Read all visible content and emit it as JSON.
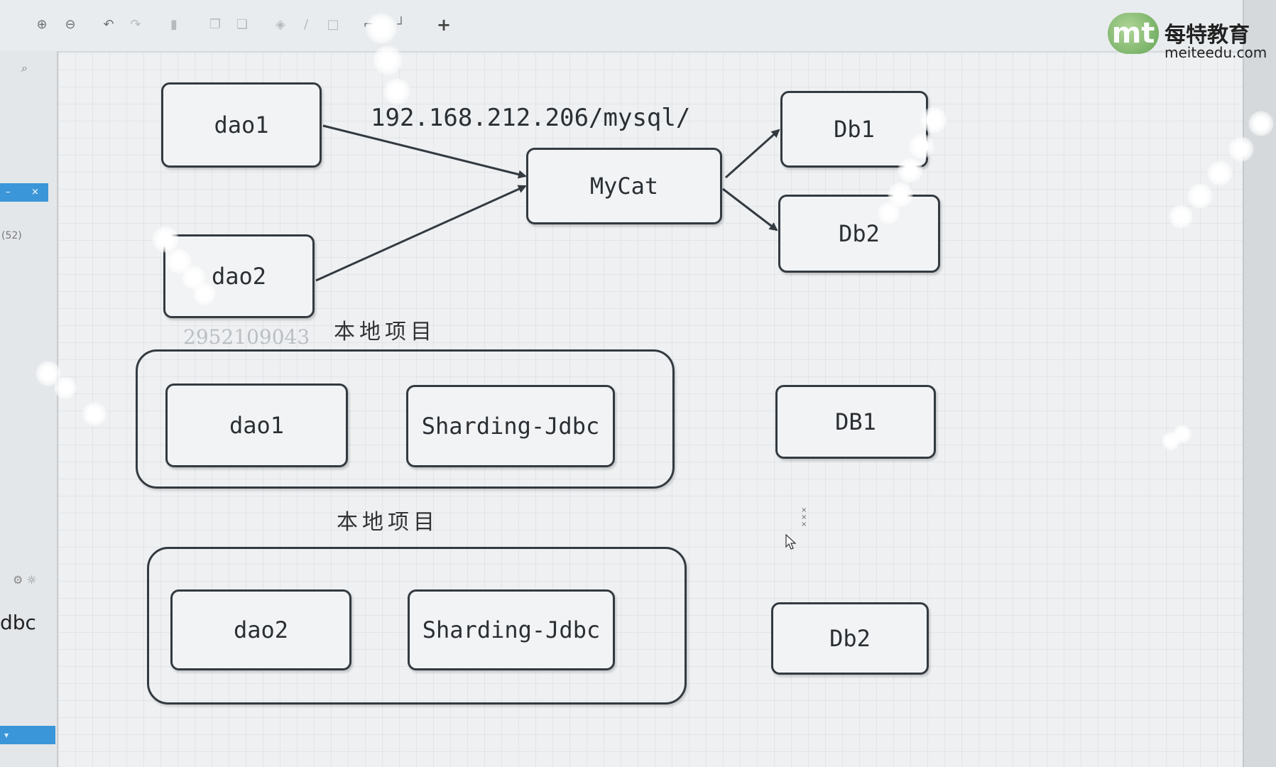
{
  "toolbar": {
    "icons": [
      "zoom-in-icon",
      "zoom-out-icon",
      "undo-icon",
      "redo-icon",
      "delete-icon",
      "to-front-icon",
      "to-back-icon",
      "fill-color-icon",
      "line-color-icon",
      "shadow-icon",
      "waypoint-icon",
      "connection-icon",
      "add-icon"
    ],
    "add_symbol": "+"
  },
  "branding": {
    "logo_text": "mt",
    "name_cn": "每特教育",
    "site": "meiteedu.com"
  },
  "sidebar": {
    "count": "(52)",
    "label": "dbc",
    "minus": "–",
    "close": "×"
  },
  "diagram": {
    "top": {
      "dao1": "dao1",
      "dao2": "dao2",
      "url": "192.168.212.206/mysql/",
      "mycat": "MyCat",
      "db1": "Db1",
      "db2": "Db2"
    },
    "group1": {
      "caption": "本地项目",
      "dao": "dao1",
      "jdbc": "Sharding-Jdbc",
      "db": "DB1"
    },
    "group2": {
      "caption": "本地项目",
      "dao": "dao2",
      "jdbc": "Sharding-Jdbc",
      "db": "Db2"
    },
    "watermark": "2952109043"
  },
  "colors": {
    "stroke": "#333a40",
    "canvas": "#eef0f2",
    "accent": "#3a96d8"
  }
}
